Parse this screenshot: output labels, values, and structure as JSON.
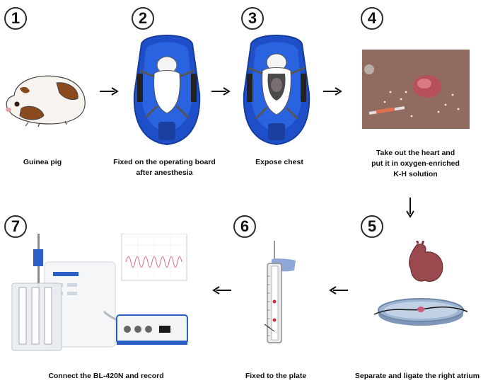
{
  "steps": [
    {
      "number": "1",
      "label": [
        "Guinea pig"
      ]
    },
    {
      "number": "2",
      "label": [
        "Fixed on the operating board",
        "after anesthesia"
      ]
    },
    {
      "number": "3",
      "label": [
        "Expose chest"
      ]
    },
    {
      "number": "4",
      "label": [
        "Take out the heart and",
        "put it in oxygen-enriched",
        "K-H solution"
      ]
    },
    {
      "number": "5",
      "label": [
        "Separate and ligate the right atrium"
      ]
    },
    {
      "number": "6",
      "label": [
        "Fixed to the plate"
      ]
    },
    {
      "number": "7",
      "label": [
        "Connect the BL-420N and record"
      ]
    }
  ],
  "colors": {
    "board_blue": "#1f4fc8",
    "number_border": "#2b2b2b",
    "heart_red": "#b8505a",
    "photo_bg": "#9a7466",
    "dish_blue": "#9fb6d2",
    "chamber_blue": "#8fa8d8",
    "device_blue": "#2a5fc7",
    "trace_red": "#e06b7a"
  },
  "icons": [
    "guinea-pig-illustration",
    "operating-board-illustration",
    "opened-chest-illustration",
    "heart-in-solution-photo",
    "heart-and-petri-dish-illustration",
    "organ-bath-tube-illustration",
    "bl420n-recording-setup-illustration",
    "arrow-right-icon",
    "arrow-down-icon",
    "arrow-left-icon"
  ]
}
